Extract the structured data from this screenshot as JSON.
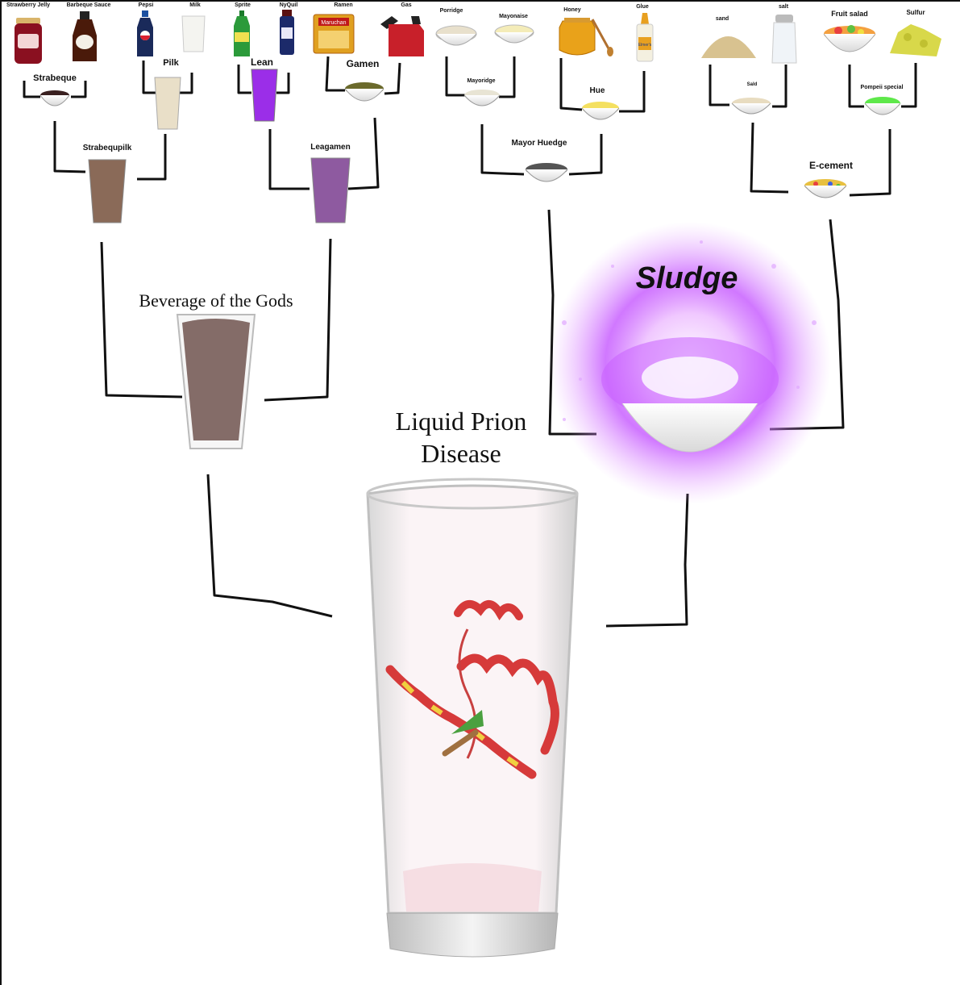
{
  "ingredients": {
    "strawberry_jelly": "Strawberry Jelly",
    "barbeque_sauce": "Barbeque Sauce",
    "pepsi": "Pepsi",
    "milk": "Milk",
    "sprite": "Sprite",
    "nyquil": "NyQuil",
    "ramen": "Ramen",
    "gas": "Gas",
    "porridge": "Porridge",
    "mayonaise": "Mayonaise",
    "honey": "Honey",
    "glue": "Glue",
    "sand": "sand",
    "salt": "salt",
    "fruit_salad": "Fruit salad",
    "sulfur": "Sulfur"
  },
  "level1": {
    "strabeque": "Strabeque",
    "pilk": "Pilk",
    "lean": "Lean",
    "gamen": "Gamen",
    "mayoridge": "Mayoridge",
    "hue": "Hue",
    "sald": "Sald",
    "pompeii_special": "Pompeii special"
  },
  "level2": {
    "strabequpilk": "Strabequpilk",
    "leagamen": "Leagamen",
    "mayor_huedge": "Mayor Huedge",
    "e_cement": "E-cement"
  },
  "level3": {
    "beverage_of_the_gods": "Beverage of the Gods",
    "sludge": "Sludge"
  },
  "final": {
    "line1": "Liquid Prion",
    "line2": "Disease"
  },
  "product_text": {
    "ramen_pack": "Maruchan",
    "glue_bottle": "Elmer's"
  },
  "colors": {
    "line": "#111111",
    "strabeque": "#3a2020",
    "pilk": "#e9dfc8",
    "lean": "#9b2ee8",
    "gamen": "#6b6a2c",
    "strabequpilk": "#8a6a58",
    "leagamen": "#8e5aa0",
    "beverage": "#846c68",
    "milk": "#f4f4f0",
    "pepsi": "#1a3a8a",
    "sprite": "#2b9a3a",
    "nyquil": "#1c2a6a",
    "gas": "#c8202a",
    "honey": "#e9a21a",
    "sulfur": "#d8d84a",
    "pompeii": "#5ee84a",
    "sludge": "#d35cff",
    "protein_red": "#d63a3a",
    "protein_yellow": "#f0d040"
  }
}
